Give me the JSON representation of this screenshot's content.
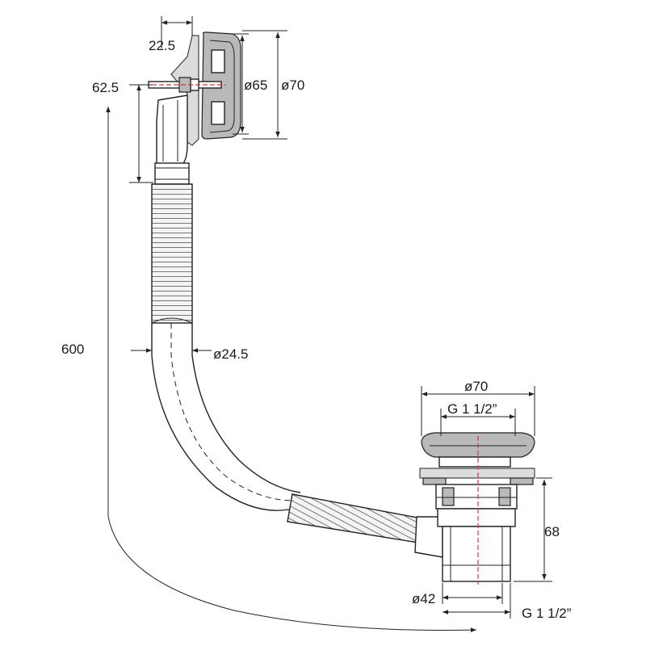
{
  "dimensions": {
    "overflow_offset": "22.5",
    "overflow_height": "62.5",
    "overflow_inner_dia": "ø65",
    "overflow_outer_dia": "ø70",
    "pipe_length": "600",
    "hose_dia": "ø24.5",
    "waste_cap_dia": "ø70",
    "waste_thread_top": "G 1 1/2”",
    "waste_height": "68",
    "waste_outlet_dia": "ø42",
    "waste_thread_bottom": "G 1 1/2”"
  },
  "colors": {
    "line": "#222222",
    "fill_grey": "#b9b9b9",
    "center_axis": "#d23a3a"
  }
}
